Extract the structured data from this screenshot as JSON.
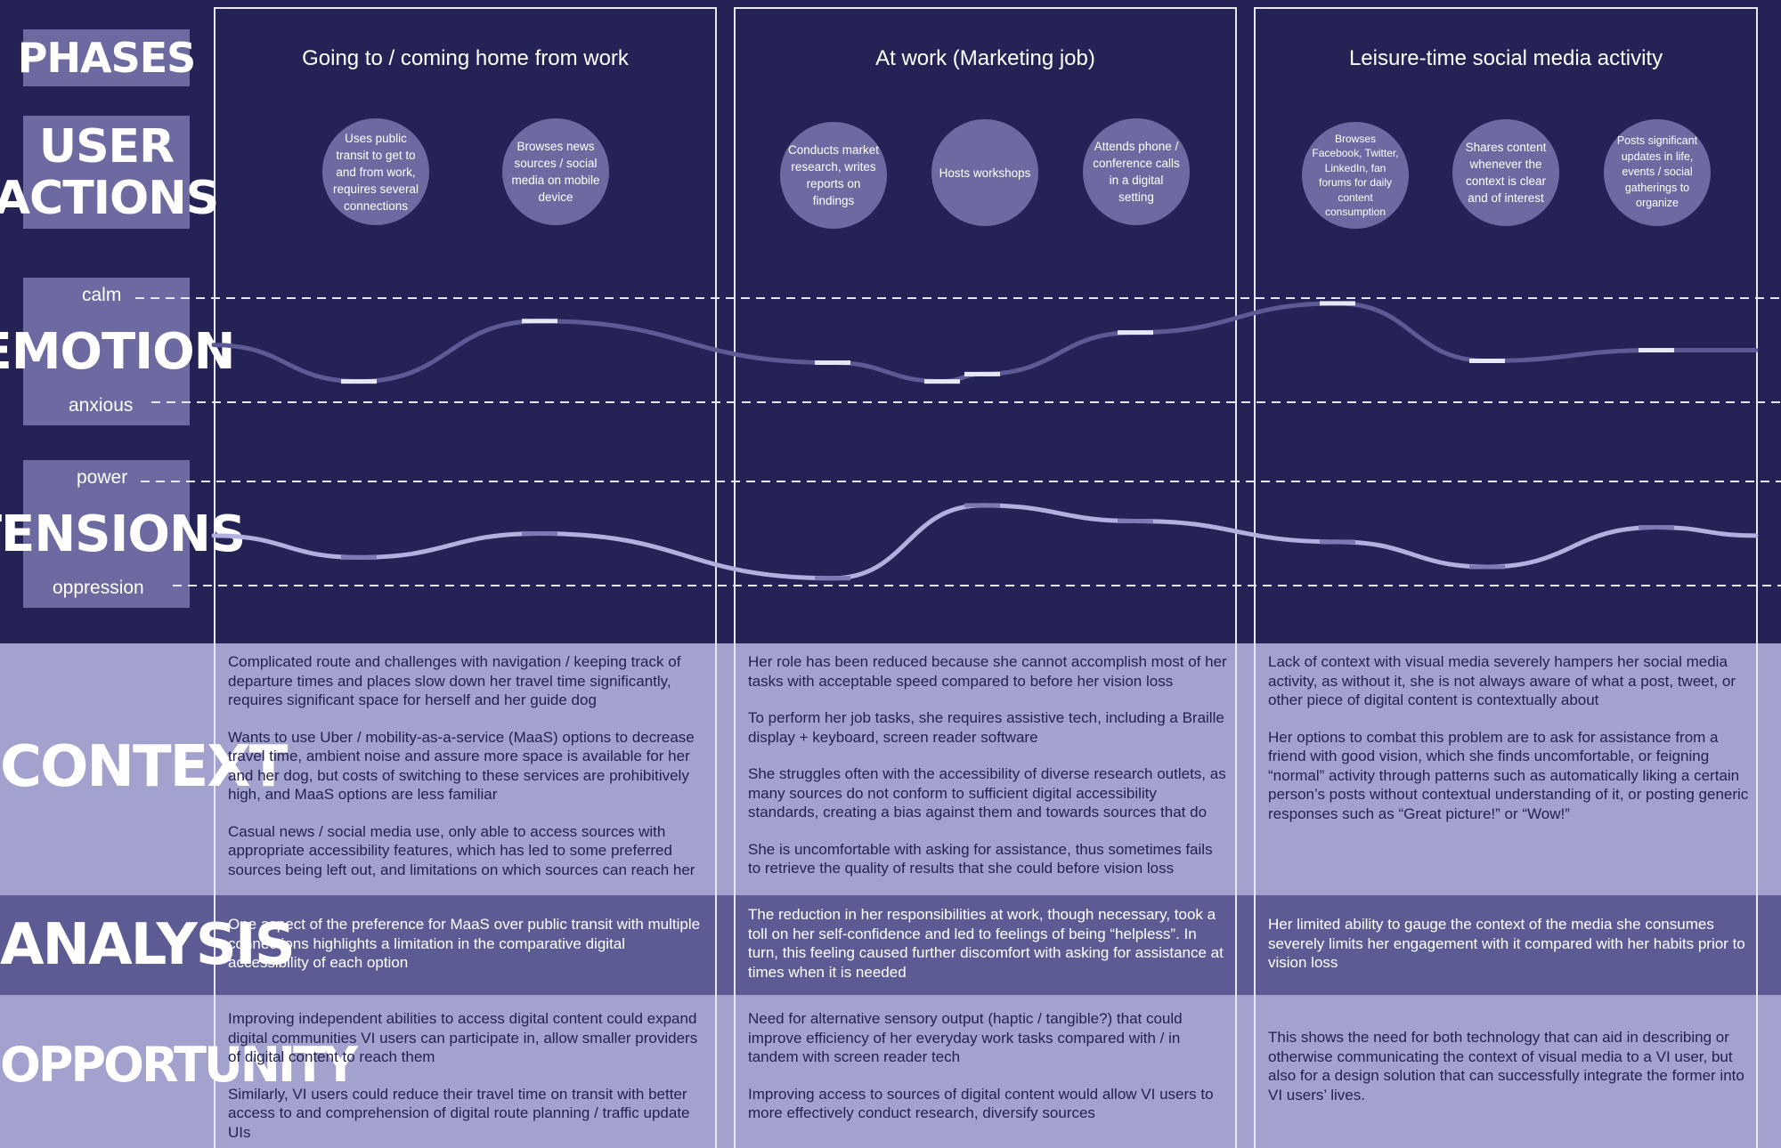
{
  "labels": {
    "phases": "PHASES",
    "user_actions_line1": "USER",
    "user_actions_line2": "ACTIONS",
    "emotion": "EMOTION",
    "tensions": "TENSIONS",
    "context": "CONTEXT",
    "analysis": "ANALYSIS",
    "opportunity": "OPPORTUNITY"
  },
  "emotion_scale": {
    "top": "calm",
    "bottom": "anxious"
  },
  "tension_scale": {
    "top": "power",
    "bottom": "oppression"
  },
  "phases": [
    {
      "title": "Going to / coming home from work",
      "actions": [
        "Uses public transit to get to and from work, requires several connections",
        "Browses news sources / social media on mobile device"
      ],
      "context": [
        "Complicated route and challenges with navigation / keeping track of departure times and places slow down her travel time significantly, requires significant space for herself and her guide dog",
        "Wants to use Uber / mobility-as-a-service (MaaS) options to decrease travel time, ambient noise and assure more space is available for her and her dog, but costs of switching to these services are prohibitively high, and MaaS options are less familiar",
        "Casual news / social media use, only able to access sources with appropriate accessibility features, which has led to some preferred sources being left out, and limitations on which sources can reach her"
      ],
      "analysis": "One aspect of the preference for MaaS over public transit with multiple connections highlights a limitation in the comparative digital accessibility of each option",
      "opportunity": [
        "Improving independent abilities to access digital content could expand digital communities VI users can participate in, allow smaller providers of digital content to reach them",
        "Similarly, VI users could reduce their travel time on transit with better access to and comprehension of digital route planning / traffic update UIs"
      ]
    },
    {
      "title": "At work (Marketing job)",
      "actions": [
        "Conducts market research, writes reports on findings",
        "Hosts workshops",
        "Attends phone / conference calls in a digital setting"
      ],
      "context": [
        "Her role has been reduced because she cannot accomplish most of her tasks with acceptable speed compared to before her vision loss",
        "To perform her job tasks, she requires assistive tech, including a Braille display + keyboard, screen reader software",
        "She struggles often with the accessibility of diverse research outlets, as many sources do not conform to sufficient digital accessibility standards, creating a bias against them and towards sources that do",
        "She is uncomfortable with asking for assistance, thus sometimes fails to retrieve the quality of results that she could before vision loss"
      ],
      "analysis": "The reduction in her responsibilities at work, though necessary, took a toll on her self-confidence and led to feelings of being “helpless”. In turn, this feeling caused further discomfort with asking for assistance at times when it is needed",
      "opportunity": [
        "Need for alternative sensory output (haptic / tangible?) that could improve efficiency of her everyday work tasks compared with / in tandem with screen reader tech",
        "Improving access to sources of digital content would allow VI users to more effectively conduct research, diversify sources"
      ]
    },
    {
      "title": "Leisure-time social media activity",
      "actions": [
        "Browses Facebook, Twitter, LinkedIn, fan forums for daily content consumption",
        "Shares content whenever the context is clear and of interest",
        "Posts significant updates in life, events / social gatherings to organize"
      ],
      "context": [
        "Lack of context with visual media severely hampers her social media activity, as without it, she is not always aware of what a post, tweet, or other piece of digital content is contextually about",
        "Her options to combat this problem are to ask for assistance from a friend with good vision, which she finds uncomfortable, or feigning “normal” activity through patterns such as automatically liking a certain person’s posts without contextual understanding of it, or posting generic responses such as “Great picture!” or “Wow!”"
      ],
      "analysis": "Her limited ability to gauge the context of the media she consumes severely limits her engagement with it compared with her habits prior to vision loss",
      "opportunity": [
        "This shows the need for both technology that can aid in describing or otherwise communicating the context of visual media to a VI user, but also for a design solution that can successfully integrate the former into VI users’ lives."
      ]
    }
  ],
  "emotion_curve": [
    0.2,
    0.78,
    0.38,
    0.27,
    0.67,
    0.95,
    0.5,
    0.5
  ],
  "tension_curve": [
    0.27,
    0.5,
    0.07,
    0.77,
    0.62,
    0.42,
    0.18,
    0.56
  ],
  "colors": {
    "background_dark": "#252355",
    "label_box": "#6c6aa0",
    "context_band": "#a3a1ce",
    "analysis_band": "#5d5b93",
    "curve": "#5d5b96",
    "tension_curve": "#b3b0e0"
  }
}
